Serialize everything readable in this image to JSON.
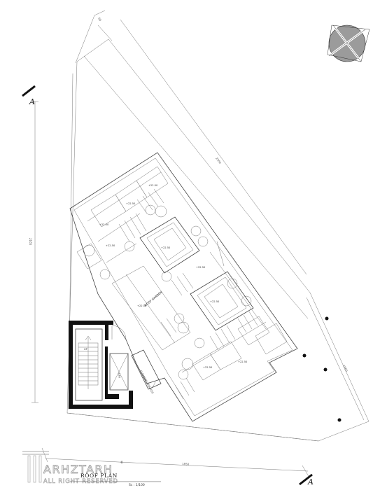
{
  "drawing": {
    "title": "ROOF PLAN",
    "scale": "Sc : 1/100",
    "section_marker": "A",
    "dimensions": {
      "top_small": "60",
      "diagonal_long": "2300",
      "left_vertical": "2165",
      "right_side": "1060",
      "bottom": "1850"
    },
    "rooms": {
      "roof_garden": "ROOF GARDEN",
      "lift": "LIFT",
      "cleaning_services": "CLEANING SERVICES",
      "up": "UP"
    },
    "levels": [
      "+22.50",
      "+22.50",
      "+22.50",
      "+22.50",
      "+22.50",
      "+22.50",
      "+22.50",
      "+22.50",
      "+22.50",
      "+22.50"
    ]
  },
  "branding": {
    "logo_name": "ARHZTARH",
    "logo_sub": "ALL RIGHT RESERVED",
    "copyright": "©"
  }
}
